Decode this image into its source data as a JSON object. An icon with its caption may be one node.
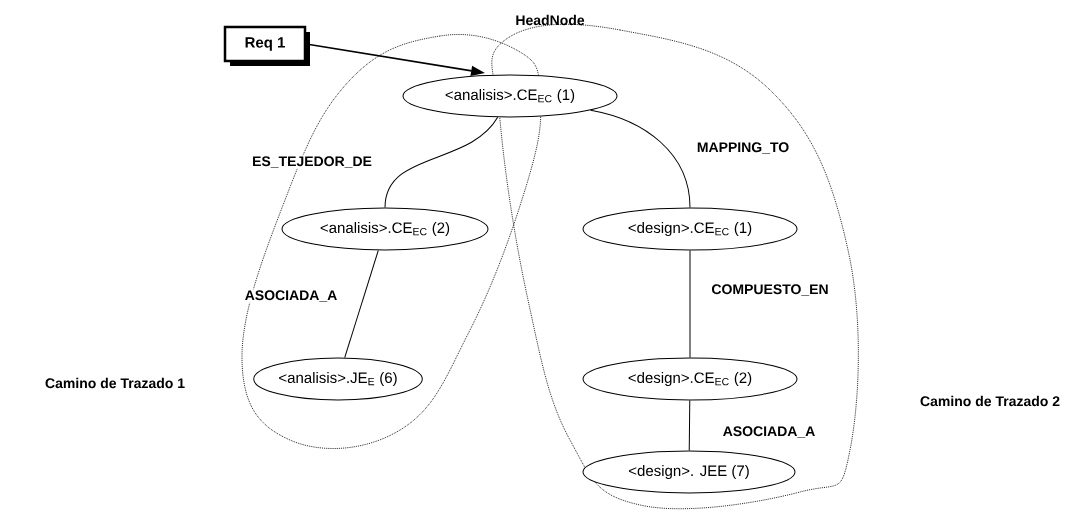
{
  "diagram": {
    "nodes": [
      {
        "text": [
          "Req 1"
        ]
      },
      {
        "text": [
          "<analisis>.CE$_{EC}$ (1)"
        ]
      },
      {
        "text": [
          "<analisis>.CE$_{EC}$ (2)"
        ]
      },
      {
        "text": [
          "<analisis>.JE$_{E}$ (6)"
        ]
      },
      {
        "text": [
          "<design>.CE$_{EC}$ (1)"
        ]
      },
      {
        "text": [
          "<design>.CE$_{EC}$ (2)"
        ]
      },
      {
        "text": [
          "<design>. JEE (7)"
        ]
      }
    ],
    "edges": [
      {
        "from": 0,
        "to": 1,
        "arrow": "to"
      },
      {
        "from": 1,
        "to": 2,
        "arrow": "none",
        "label": "ES_TEJEDOR_DE"
      },
      {
        "from": 2,
        "to": 3,
        "arrow": "none",
        "label": "ASOCIADA_A"
      },
      {
        "from": 1,
        "to": 4,
        "arrow": "none",
        "label": "MAPPING_TO"
      },
      {
        "from": 4,
        "to": 5,
        "arrow": "none",
        "label": "COMPUESTO_EN"
      },
      {
        "from": 5,
        "to": 6,
        "arrow": "none",
        "label": "ASOCIADA_A"
      }
    ],
    "labels": [
      "HeadNode",
      "Camino de Trazado 1",
      "Camino de Trazado 2"
    ]
  }
}
